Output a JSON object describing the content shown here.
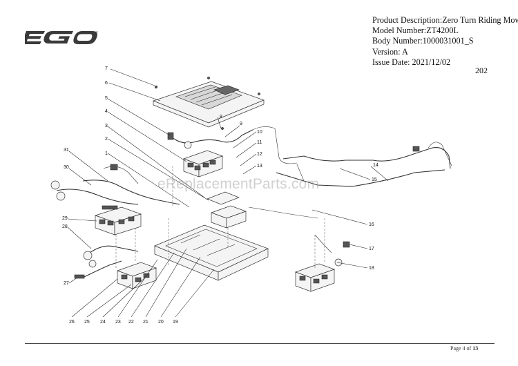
{
  "brand": {
    "logo_text": "EGO",
    "trademark": "™"
  },
  "info": [
    "Product Description:Zero Turn Riding Mower",
    "Model Number:ZT4200L",
    "Body Number:1000031001_S",
    "Version: A",
    "Issue Date: 2021/12/02"
  ],
  "diagram_code": "202",
  "watermark": "eReplacementParts.com",
  "footer": {
    "page_prefix": "Page 4 of",
    "page_total": "13"
  },
  "callouts": [
    "1",
    "2",
    "3",
    "4",
    "5",
    "6",
    "7",
    "8",
    "9",
    "10",
    "11",
    "12",
    "13",
    "14",
    "15",
    "16",
    "17",
    "18",
    "19",
    "20",
    "21",
    "22",
    "23",
    "24",
    "25",
    "26",
    "27",
    "28",
    "29",
    "30",
    "31"
  ]
}
